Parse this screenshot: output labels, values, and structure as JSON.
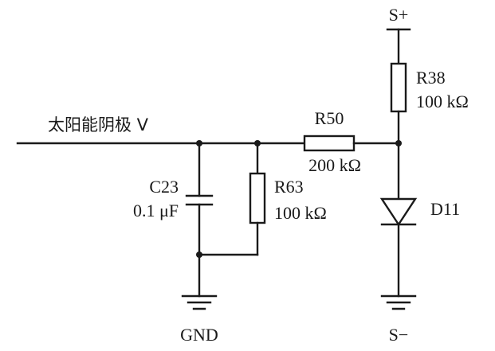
{
  "input_label": "太阳能阴极 V",
  "supply_positive": "S+",
  "supply_negative": "S−",
  "ground_label": "GND",
  "components": {
    "R38": {
      "ref": "R38",
      "value": "100 kΩ"
    },
    "R50": {
      "ref": "R50",
      "value": "200 kΩ"
    },
    "R63": {
      "ref": "R63",
      "value": "100 kΩ"
    },
    "C23": {
      "ref": "C23",
      "value": "0.1 μF"
    },
    "D11": {
      "ref": "D11"
    }
  }
}
